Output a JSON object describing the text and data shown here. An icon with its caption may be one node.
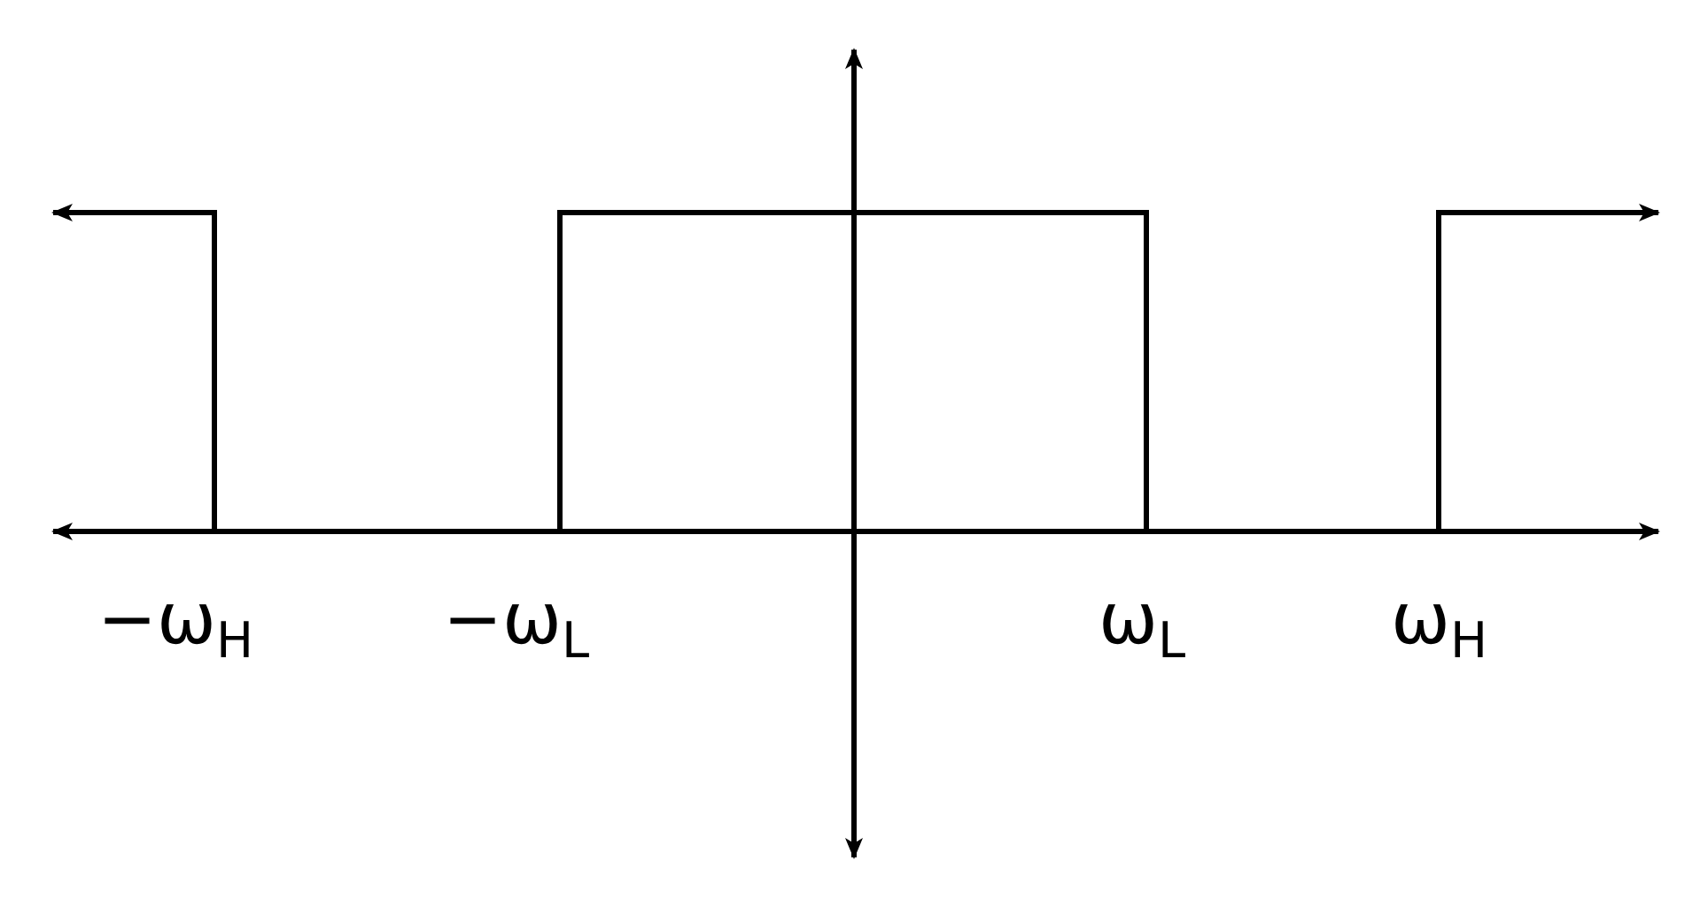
{
  "diagram": {
    "labels": [
      "−ω$_{H}$",
      "−ω$_{L}$",
      "ω$_{L}$",
      "ω$_{H}$"
    ]
  }
}
